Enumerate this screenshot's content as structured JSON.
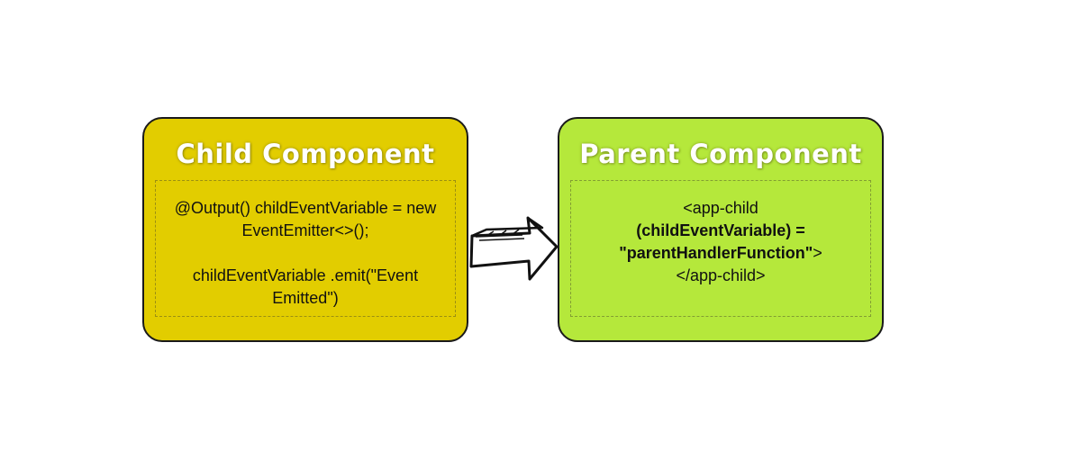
{
  "child_box": {
    "title": "Child Component",
    "line1": "@Output() childEventVariable = new",
    "line2": "EventEmitter<>();",
    "line3": "childEventVariable .emit(\"Event",
    "line4": "Emitted\")"
  },
  "parent_box": {
    "title": "Parent Component",
    "line1": "<app-child",
    "line2": "(childEventVariable) =",
    "line3_bold": "\"parentHandlerFunction\"",
    "line3_tail": ">",
    "line4": "</app-child>"
  },
  "colors": {
    "child_fill": "#e2cd00",
    "parent_fill": "#b5e83b",
    "title_text": "#ffffff",
    "border": "#1a1a1a"
  },
  "icons": {
    "connector": "right-arrow-icon"
  }
}
